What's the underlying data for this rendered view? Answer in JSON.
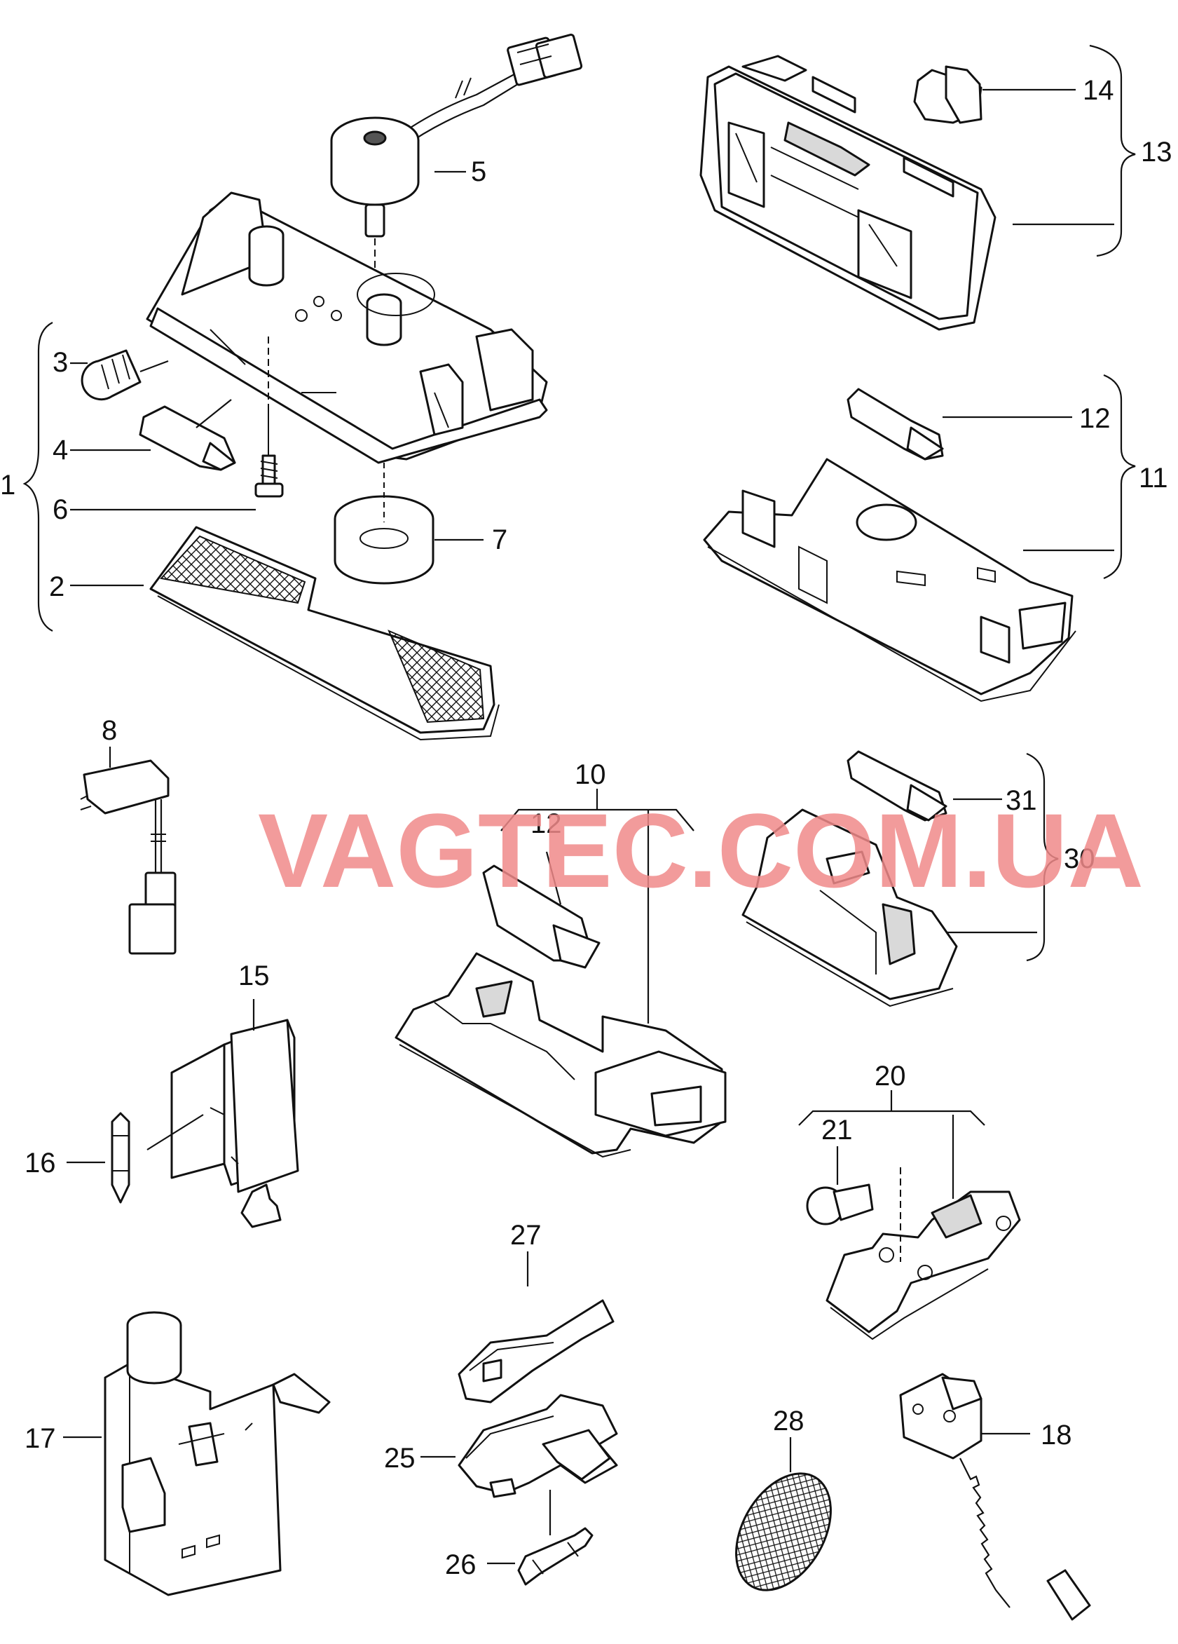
{
  "watermark": "VAGTEC.COM.UA",
  "callouts": {
    "c1": "1",
    "c2": "2",
    "c3": "3",
    "c4": "4",
    "c5": "5",
    "c6": "6",
    "c7": "7",
    "c8": "8",
    "c10": "10",
    "c11": "11",
    "c12a": "12",
    "c12b": "12",
    "c13": "13",
    "c14": "14",
    "c15": "15",
    "c16": "16",
    "c17": "17",
    "c18": "18",
    "c20": "20",
    "c21": "21",
    "c25": "25",
    "c26": "26",
    "c27": "27",
    "c28": "28",
    "c30": "30",
    "c31": "31"
  }
}
